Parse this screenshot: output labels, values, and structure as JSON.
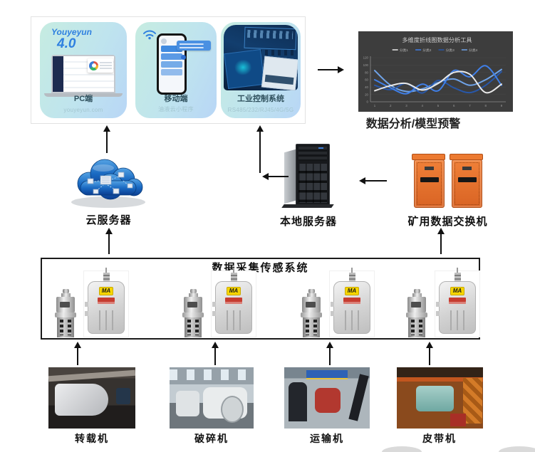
{
  "platform_panel": {
    "tiles": {
      "pc": {
        "brand_line1": "Youyeyun",
        "brand_line2": "4.0",
        "label": "PC端",
        "sublabel": "youyeyun.com"
      },
      "mobile": {
        "label": "移动端",
        "sublabel": "油液云小程序"
      },
      "ics": {
        "label": "工业控制系统",
        "sublabel": "RS485/232/RJ45/4G/5G"
      }
    }
  },
  "analysis": {
    "caption": "数据分析/模型预警"
  },
  "chart_data": {
    "type": "line",
    "title": "多维度折线图数据分析工具",
    "x": [
      1,
      2,
      3,
      4,
      5,
      6,
      7,
      8,
      9
    ],
    "series": [
      {
        "name": "分类1",
        "color": "#e9e9e9",
        "values": [
          30,
          44,
          50,
          32,
          50,
          80,
          75,
          25,
          48
        ]
      },
      {
        "name": "分类2",
        "color": "#3f7fe8",
        "values": [
          60,
          38,
          22,
          48,
          30,
          85,
          68,
          98,
          45
        ]
      },
      {
        "name": "分类3",
        "color": "#2857a8",
        "values": [
          45,
          33,
          50,
          24,
          58,
          38,
          25,
          45,
          82
        ]
      },
      {
        "name": "分类4",
        "color": "#6fa3e8",
        "values": [
          85,
          45,
          28,
          35,
          52,
          62,
          45,
          60,
          88
        ]
      }
    ],
    "ylim": [
      0,
      120
    ],
    "yticks": [
      0,
      20,
      40,
      60,
      80,
      100,
      120
    ],
    "legend_position": "top",
    "background": "#3d3d3d",
    "grid": false
  },
  "nodes": {
    "cloud_server": {
      "label": "云服务器"
    },
    "local_server": {
      "label": "本地服务器"
    },
    "mine_switch": {
      "label": "矿用数据交换机"
    },
    "sensor_system": {
      "title": "数据采集传感系统",
      "ma_badge": "MA"
    }
  },
  "machines": [
    {
      "label": "转载机"
    },
    {
      "label": "破碎机"
    },
    {
      "label": "运输机"
    },
    {
      "label": "皮带机"
    }
  ]
}
